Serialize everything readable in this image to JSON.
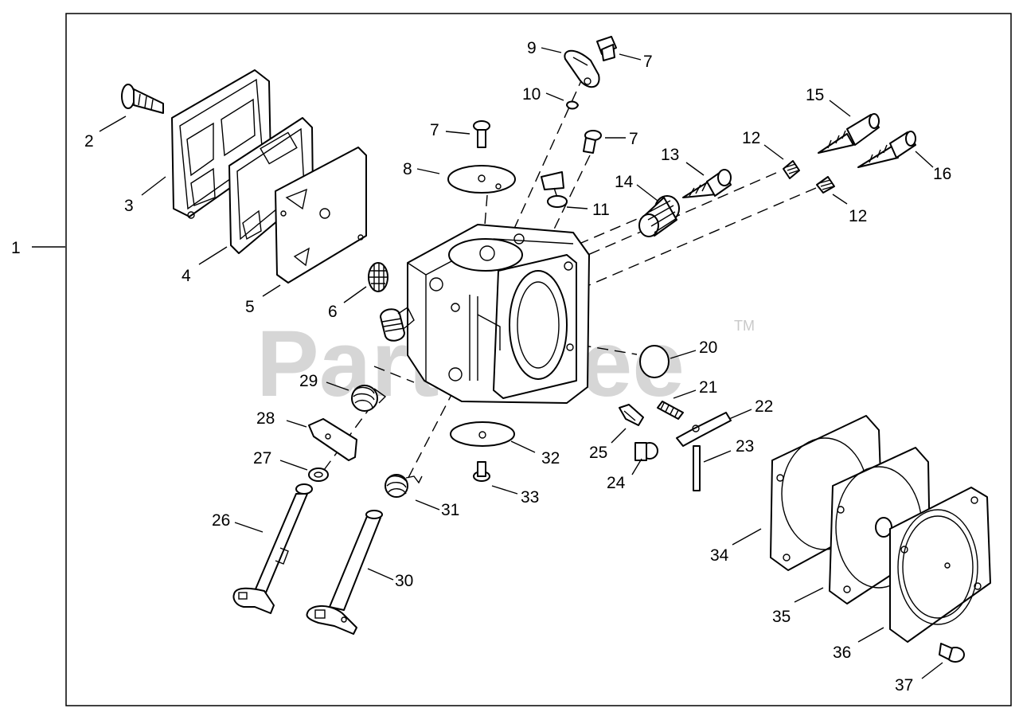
{
  "watermark": {
    "text": "PartsTree",
    "trademark": "TM"
  },
  "callouts": {
    "c1": "1",
    "c2": "2",
    "c3": "3",
    "c4": "4",
    "c5": "5",
    "c6": "6",
    "c7a": "7",
    "c7b": "7",
    "c7c": "7",
    "c8": "8",
    "c9": "9",
    "c10": "10",
    "c11": "11",
    "c12a": "12",
    "c12b": "12",
    "c13": "13",
    "c14": "14",
    "c15": "15",
    "c16": "16",
    "c20": "20",
    "c21": "21",
    "c22": "22",
    "c23": "23",
    "c24": "24",
    "c25": "25",
    "c26": "26",
    "c27": "27",
    "c28": "28",
    "c29": "29",
    "c30": "30",
    "c31": "31",
    "c32": "32",
    "c33": "33",
    "c34": "34",
    "c35": "35",
    "c36": "36",
    "c37": "37"
  }
}
